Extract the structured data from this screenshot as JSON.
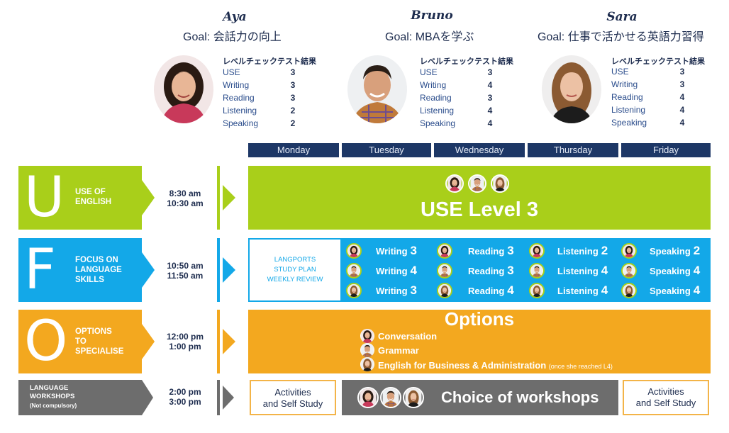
{
  "students": [
    {
      "name": "Aya",
      "goal": "Goal: 会話力の向上",
      "results_title": "レベルチェックテスト結果",
      "results": [
        {
          "label": "USE",
          "value": "3"
        },
        {
          "label": "Writing",
          "value": "3"
        },
        {
          "label": "Reading",
          "value": "3"
        },
        {
          "label": "Listening",
          "value": "2"
        },
        {
          "label": "Speaking",
          "value": "2"
        }
      ]
    },
    {
      "name": "Bruno",
      "goal": "Goal: MBAを学ぶ",
      "results_title": "レベルチェックテスト結果",
      "results": [
        {
          "label": "USE",
          "value": "3"
        },
        {
          "label": "Writing",
          "value": "4"
        },
        {
          "label": "Reading",
          "value": "3"
        },
        {
          "label": "Listening",
          "value": "4"
        },
        {
          "label": "Speaking",
          "value": "4"
        }
      ]
    },
    {
      "name": "Sara",
      "goal": "Goal: 仕事で活かせる英語力習得",
      "results_title": "レベルチェックテスト結果",
      "results": [
        {
          "label": "USE",
          "value": "3"
        },
        {
          "label": "Writing",
          "value": "3"
        },
        {
          "label": "Reading",
          "value": "4"
        },
        {
          "label": "Listening",
          "value": "4"
        },
        {
          "label": "Speaking",
          "value": "4"
        }
      ]
    }
  ],
  "days": [
    "Monday",
    "Tuesday",
    "Wednesday",
    "Thursday",
    "Friday"
  ],
  "rows": {
    "u": {
      "letter": "U",
      "label": "USE OF\nENGLISH",
      "time": "8:30 am\n10:30 am",
      "color": "#a9cf1a"
    },
    "f": {
      "letter": "F",
      "label": "FOCUS ON\nLANGUAGE\nSKILLS",
      "time": "10:50 am\n11:50 am",
      "color": "#13a8e8"
    },
    "o": {
      "letter": "O",
      "label": "OPTIONS\nTO\nSPECIALISE",
      "time": "12:00 pm\n1:00 pm",
      "color": "#f3a81f"
    },
    "w": {
      "label": "LANGUAGE\nWORKSHOPS",
      "note": "(Not compulsory)",
      "time": "2:00 pm\n3:00 pm",
      "color": "#6d6d6d"
    }
  },
  "use_block": {
    "title": "USE Level 3"
  },
  "focus_block": {
    "plan": "LANGPORTS\nSTUDY PLAN\nWEEKLY REVIEW",
    "skills": [
      {
        "name": "Writing",
        "levels": [
          "3",
          "4",
          "3"
        ]
      },
      {
        "name": "Reading",
        "levels": [
          "3",
          "3",
          "4"
        ]
      },
      {
        "name": "Listening",
        "levels": [
          "2",
          "4",
          "4"
        ]
      },
      {
        "name": "Speaking",
        "levels": [
          "2",
          "4",
          "4"
        ]
      }
    ]
  },
  "options_block": {
    "title": "Options",
    "items": [
      {
        "text": "Conversation",
        "note": ""
      },
      {
        "text": "Grammar",
        "note": ""
      },
      {
        "text": "English for Business & Administration",
        "note": "(once she reached L4)"
      }
    ]
  },
  "workshop_block": {
    "activity_left": "Activities\nand Self Study",
    "choice": "Choice of workshops",
    "activity_right": "Activities\nand Self Study"
  },
  "colors": {
    "navy": "#1d3766",
    "green": "#a9cf1a",
    "blue": "#13a8e8",
    "orange": "#f3a81f",
    "gray": "#6d6d6d"
  }
}
